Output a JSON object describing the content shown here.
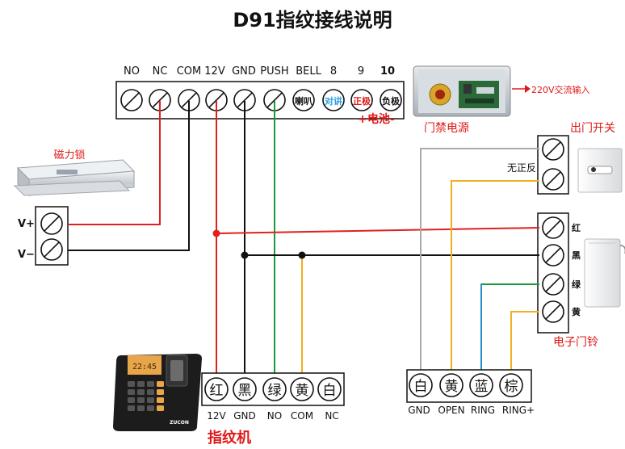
{
  "title": "D91指纹接线说明",
  "controller": {
    "terminals": [
      "NO",
      "NC",
      "COM",
      "12V",
      "GND",
      "PUSH",
      "BELL",
      "8",
      "9",
      "10"
    ],
    "sub_labels": [
      "喇叭",
      "对讲",
      "正极",
      "负极"
    ],
    "battery_label": "+电池-"
  },
  "power_supply": {
    "label": "门禁电源",
    "input": "220V交流输入"
  },
  "magnetic_lock": {
    "label": "磁力锁",
    "terminals": [
      "V+",
      "V−"
    ]
  },
  "exit_switch": {
    "label": "出门开关",
    "polarity": "无正反"
  },
  "doorbell": {
    "label": "电子门铃",
    "wires": [
      "红",
      "黑",
      "绿",
      "黄"
    ]
  },
  "fingerprint": {
    "label": "指纹机",
    "screen_time": "22:45",
    "brand": "ZUCON",
    "wires": [
      "红",
      "黑",
      "绿",
      "黄",
      "白"
    ],
    "pins": [
      "12V",
      "GND",
      "NO",
      "COM",
      "NC"
    ]
  },
  "bell_block": {
    "wires": [
      "白",
      "黄",
      "蓝",
      "棕"
    ],
    "pins": [
      "GND",
      "OPEN",
      "RING",
      "RING+"
    ]
  },
  "colors": {
    "red": "#e02020",
    "black": "#111111",
    "green": "#1a9a3a",
    "yellow": "#f0b020",
    "blue": "#1e8fd0",
    "gray": "#aaaaaa",
    "label_red": "#e01818",
    "accent_blue": "#2a9fe0"
  }
}
